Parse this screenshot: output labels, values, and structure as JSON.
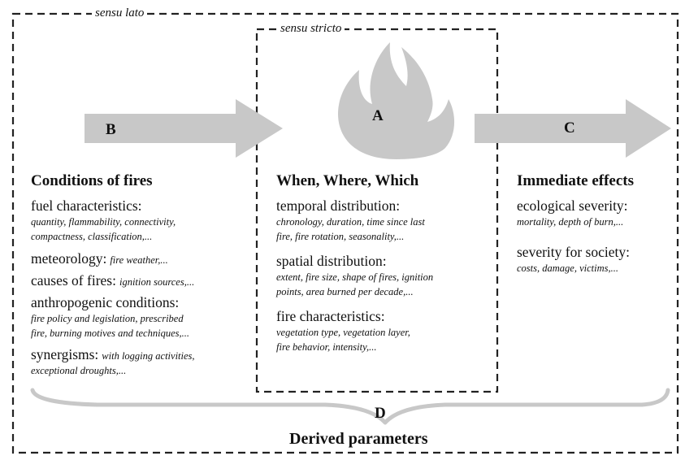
{
  "frames": {
    "outer_label": "sensu lato",
    "inner_label": "sensu stricto"
  },
  "markers": {
    "a": "A",
    "b": "B",
    "c": "C",
    "d": "D"
  },
  "derived": "Derived parameters",
  "left": {
    "heading": "Conditions of fires",
    "fuel_title": "fuel characteristics:",
    "fuel_l1": "quantity, flammability, connectivity,",
    "fuel_l2": "compactness, classification,...",
    "meteo_title": "meteorology:",
    "meteo_detail": "fire weather,...",
    "causes_title": "causes of fires:",
    "causes_detail": "ignition sources,...",
    "anthro_title": "anthropogenic conditions:",
    "anthro_l1": "fire policy and legislation, prescribed",
    "anthro_l2": "fire, burning motives and techniques,...",
    "syn_title": "synergisms:",
    "syn_detail": "with logging activities,",
    "syn_l2": "exceptional droughts,..."
  },
  "center": {
    "heading": "When, Where, Which",
    "temporal_title": "temporal distribution:",
    "temporal_l1": "chronology, duration, time since last",
    "temporal_l2": "fire, fire rotation, seasonality,...",
    "spatial_title": "spatial distribution:",
    "spatial_l1": "extent, fire size, shape of fires, ignition",
    "spatial_l2": "points, area burned per decade,...",
    "firechar_title": "fire characteristics:",
    "firechar_l1": "vegetation type, vegetation layer,",
    "firechar_l2": "fire behavior, intensity,..."
  },
  "right": {
    "heading": "Immediate effects",
    "eco_title": "ecological severity:",
    "eco_l1": "mortality, depth of burn,...",
    "soc_title": "severity for society:",
    "soc_l1": "costs, damage, victims,..."
  },
  "colors": {
    "shape_fill": "#c8c8c8",
    "frame": "#222222",
    "text": "#111111"
  }
}
